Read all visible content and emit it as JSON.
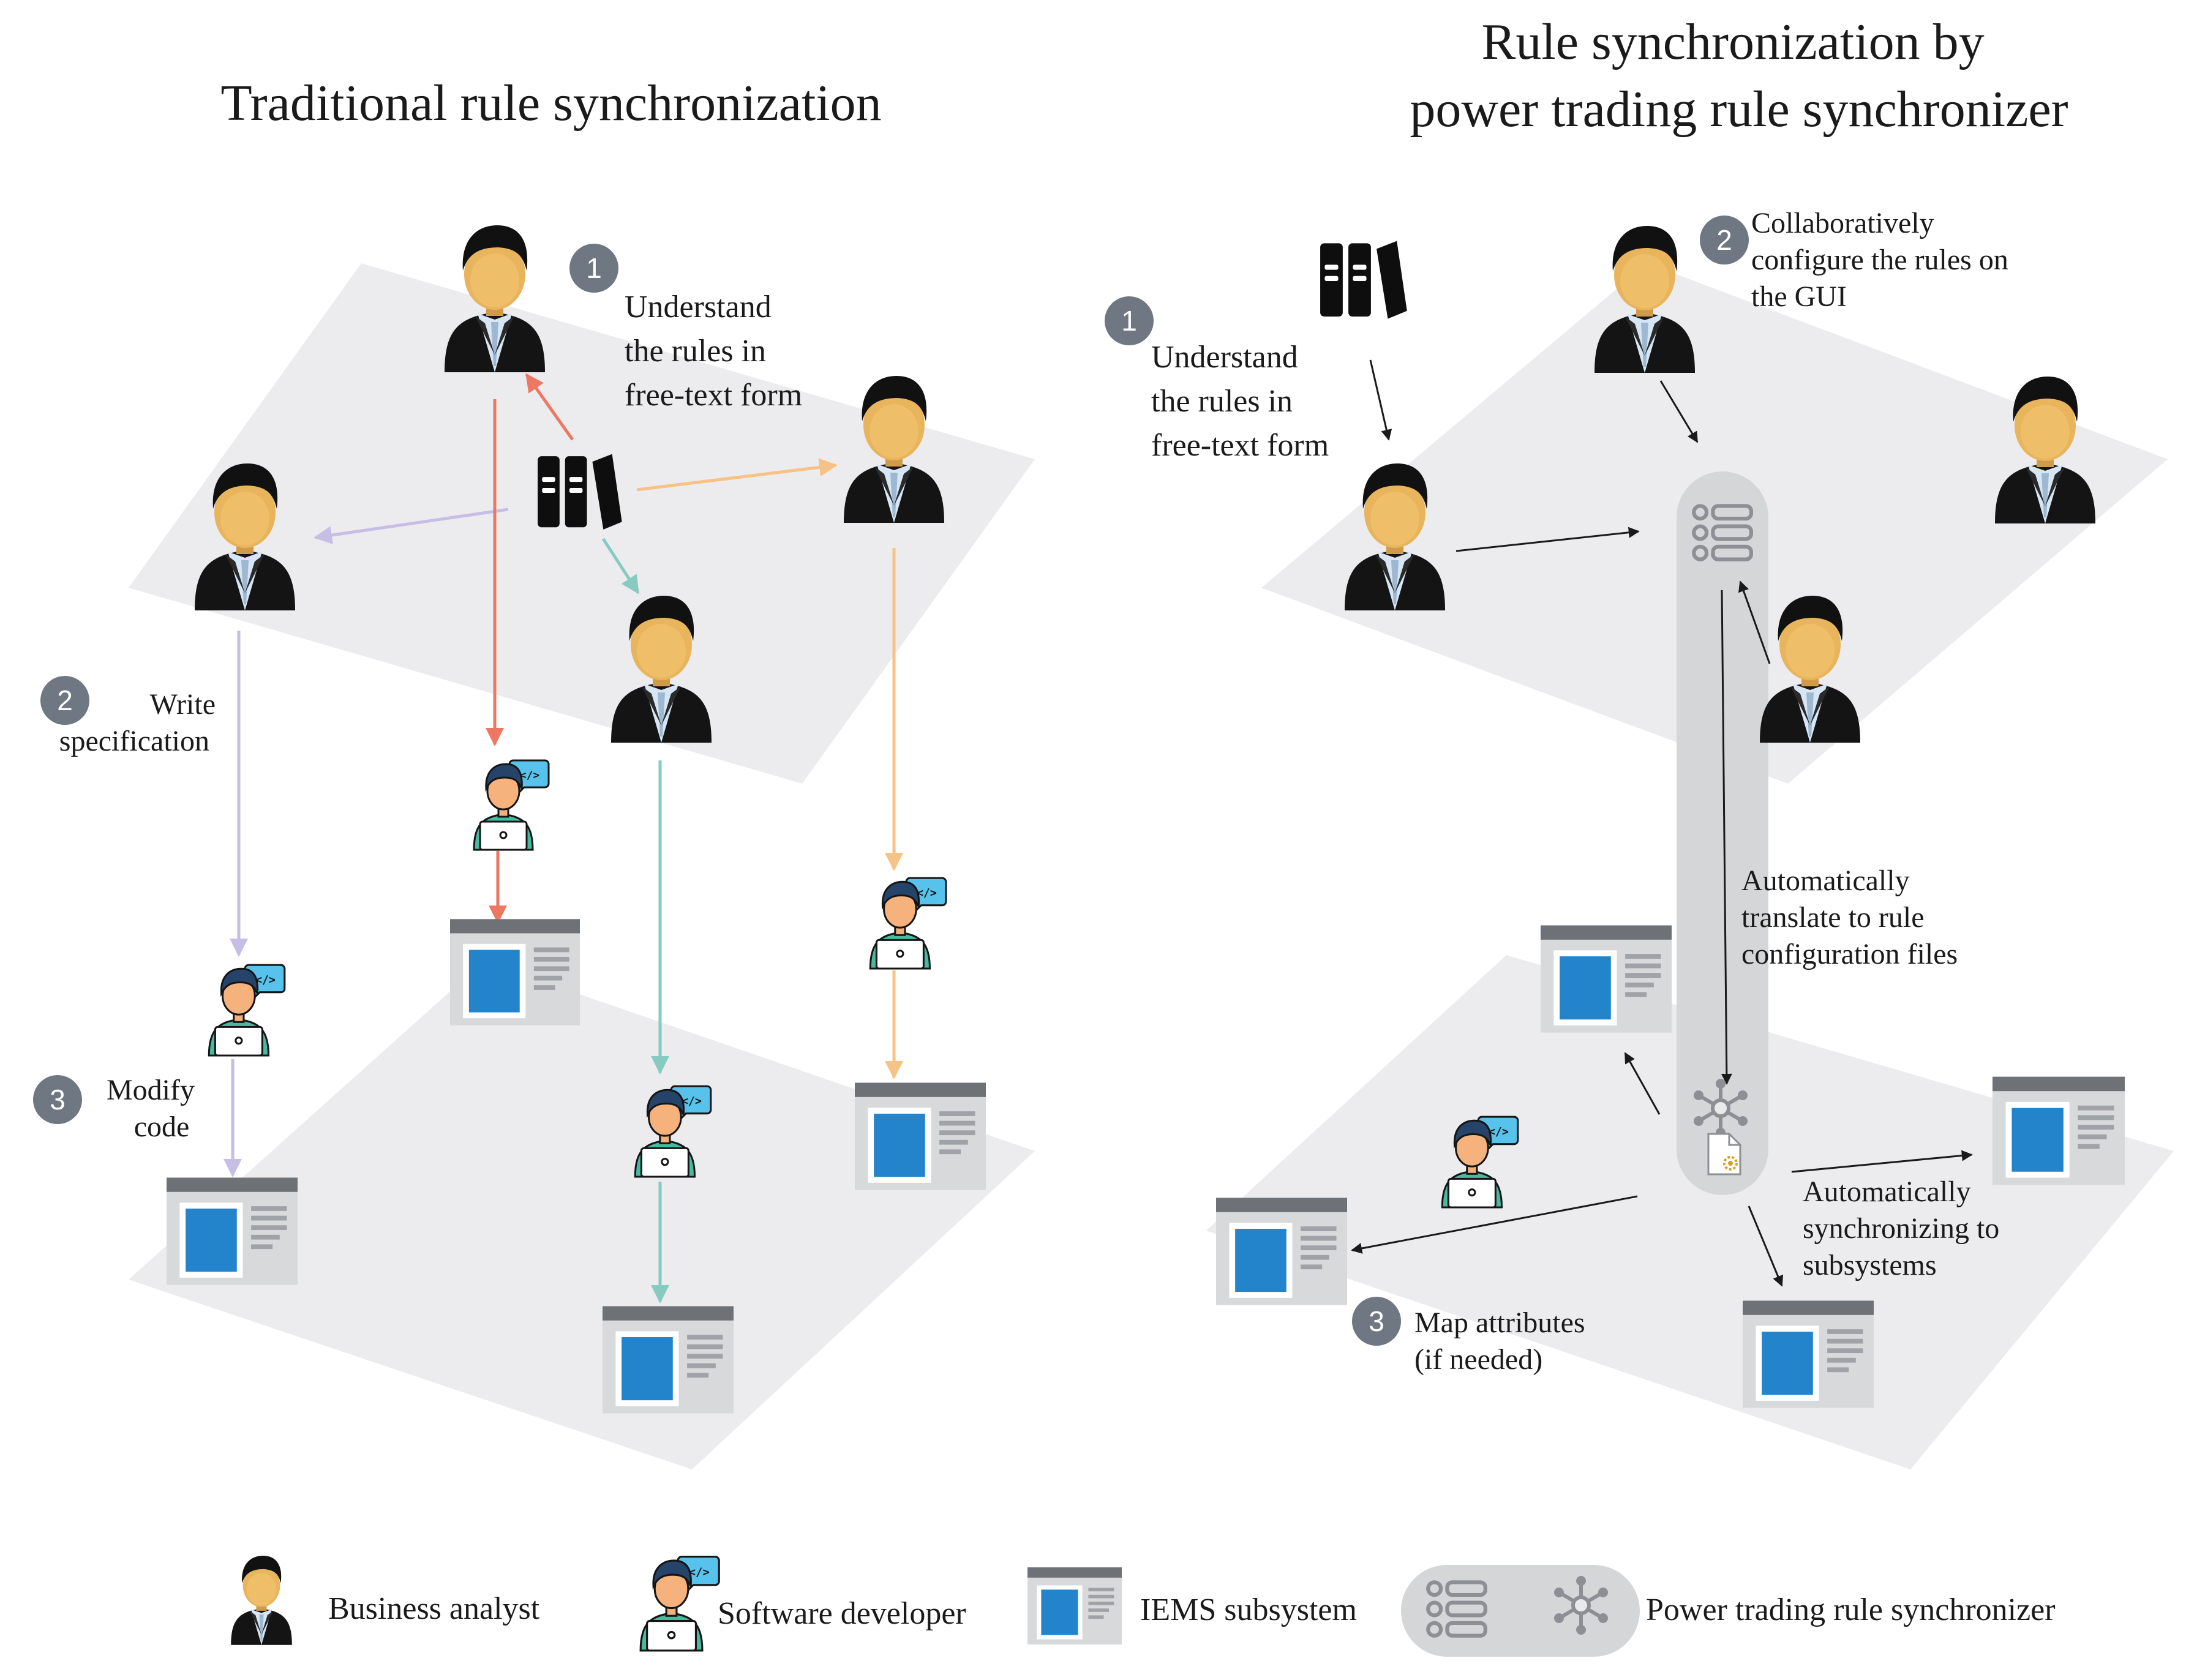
{
  "left": {
    "title": "Traditional rule synchronization",
    "step1": {
      "num": "1",
      "lines": [
        "Understand",
        "the rules in",
        "free-text form"
      ]
    },
    "step2": {
      "num": "2",
      "lines": [
        "Write",
        "specification"
      ]
    },
    "step3": {
      "num": "3",
      "lines": [
        "Modify",
        "code"
      ]
    }
  },
  "right": {
    "title_lines": [
      "Rule synchronization by",
      "power trading rule synchronizer"
    ],
    "step1": {
      "num": "1",
      "lines": [
        "Understand",
        "the rules in",
        "free-text form"
      ]
    },
    "step2": {
      "num": "2",
      "lines": [
        "Collaboratively",
        "configure the rules on",
        "the GUI"
      ]
    },
    "step3": {
      "num": "3",
      "lines": [
        "Map attributes",
        "(if needed)"
      ]
    },
    "auto_translate": [
      "Automatically",
      "translate to rule",
      "configuration files"
    ],
    "auto_sync": [
      "Automatically",
      "synchronizing to",
      "subsystems"
    ]
  },
  "legend": {
    "business_analyst": "Business analyst",
    "software_developer": "Software developer",
    "iems_subsystem": "IEMS subsystem",
    "synchronizer": "Power trading rule synchronizer"
  },
  "icons": [
    "business-analyst-icon",
    "software-developer-icon",
    "iems-subsystem-icon",
    "rule-binders-icon",
    "rule-server-icon",
    "network-hub-icon",
    "config-file-icon"
  ],
  "colors": {
    "plane": "#ececee",
    "badge": "#6f7782",
    "arrow_red": "#ee7763",
    "arrow_orange": "#f6c285",
    "arrow_purple": "#c7bee6",
    "arrow_teal": "#86cbc2",
    "arrow_black": "#1a1a1a",
    "window_blue": "#2384cc",
    "pillar": "#d4d6d8"
  }
}
